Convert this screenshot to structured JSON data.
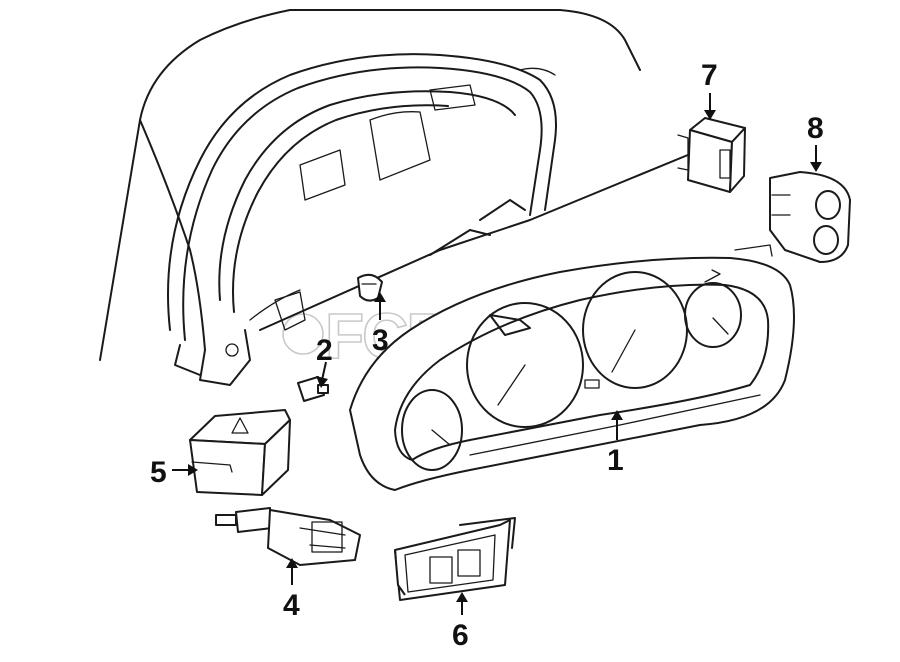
{
  "diagram": {
    "callouts": [
      {
        "id": "1",
        "label": "1",
        "part": "instrument-cluster"
      },
      {
        "id": "2",
        "label": "2",
        "part": "bulb-socket-small"
      },
      {
        "id": "3",
        "label": "3",
        "part": "bulb-socket"
      },
      {
        "id": "4",
        "label": "4",
        "part": "brake-light-switch"
      },
      {
        "id": "5",
        "label": "5",
        "part": "hazard-switch"
      },
      {
        "id": "6",
        "label": "6",
        "part": "window-switch"
      },
      {
        "id": "7",
        "label": "7",
        "part": "rocker-switch"
      },
      {
        "id": "8",
        "label": "8",
        "part": "double-switch"
      }
    ],
    "watermark": "FCP EURO"
  }
}
